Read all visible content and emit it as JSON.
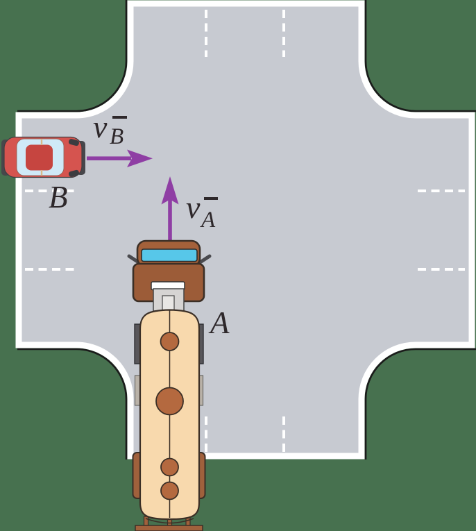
{
  "annotations": {
    "vB": {
      "symbol": "v",
      "subscript": "B"
    },
    "vA": {
      "symbol": "v",
      "subscript": "A"
    },
    "car_label": "B",
    "truck_label": "A"
  },
  "colors": {
    "background_green": "#47714F",
    "road_gray": "#C7CAD1",
    "road_border_white": "#FFFFFF",
    "road_edge_black": "#1B1B1B",
    "lane_dash_white": "#FFFFFF",
    "arrow_purple": "#8F3EA4",
    "label_text": "#2E282B",
    "car_body_red": "#D5544F",
    "car_roof_red": "#C64540",
    "car_glass_blue": "#CFE9F7",
    "car_trim_dark": "#47474B",
    "truck_cab_brown": "#A4613A",
    "truck_cab_dark_brown": "#9C5C38",
    "truck_windshield_blue": "#57C7E9",
    "truck_tank_tan": "#F8D9AD",
    "truck_manhole_brown": "#B4693F",
    "truck_fender_brown": "#A0613C",
    "truck_wheel_gray": "#58565A",
    "truck_mid_wheel_gray": "#B9B2A8",
    "truck_connector_gray": "#D6D4D3",
    "truck_outline": "#3B2F26"
  }
}
